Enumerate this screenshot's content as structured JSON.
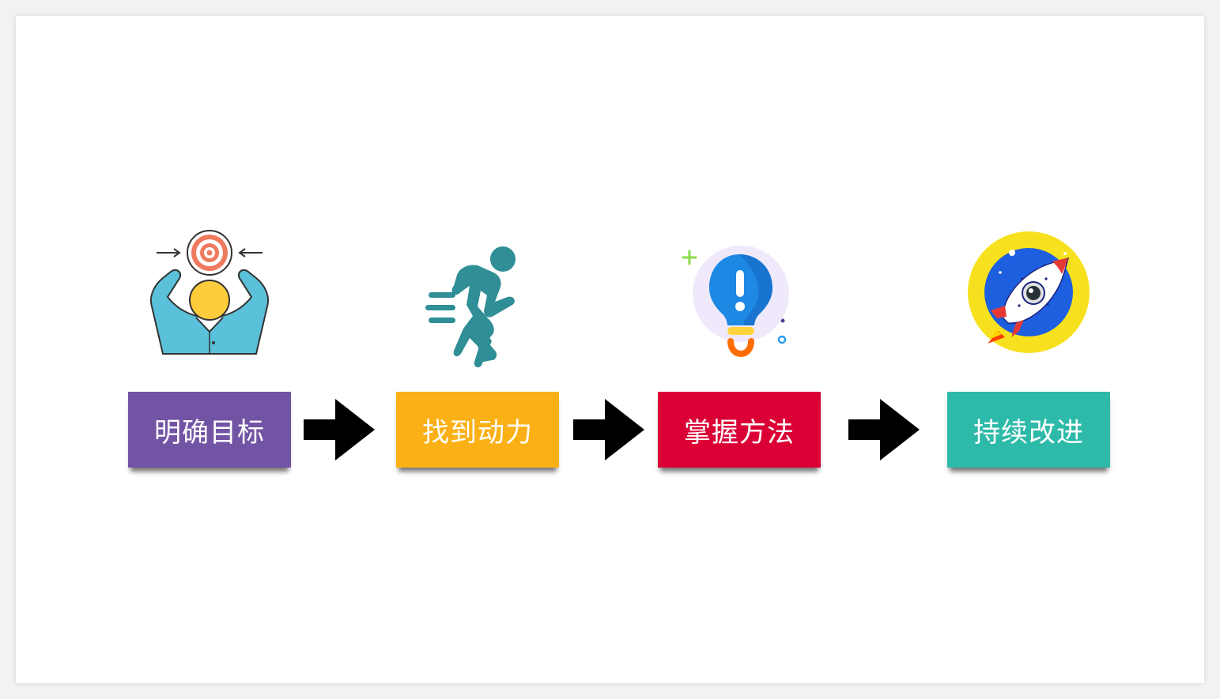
{
  "steps": [
    {
      "label": "明确目标",
      "color": "#7254a4",
      "icon": "target-person-icon"
    },
    {
      "label": "找到动力",
      "color": "#fbb016",
      "icon": "running-person-icon"
    },
    {
      "label": "掌握方法",
      "color": "#da0036",
      "icon": "lightbulb-icon"
    },
    {
      "label": "持续改进",
      "color": "#2ebaa9",
      "icon": "rocket-icon"
    }
  ],
  "arrow_color": "#000000"
}
